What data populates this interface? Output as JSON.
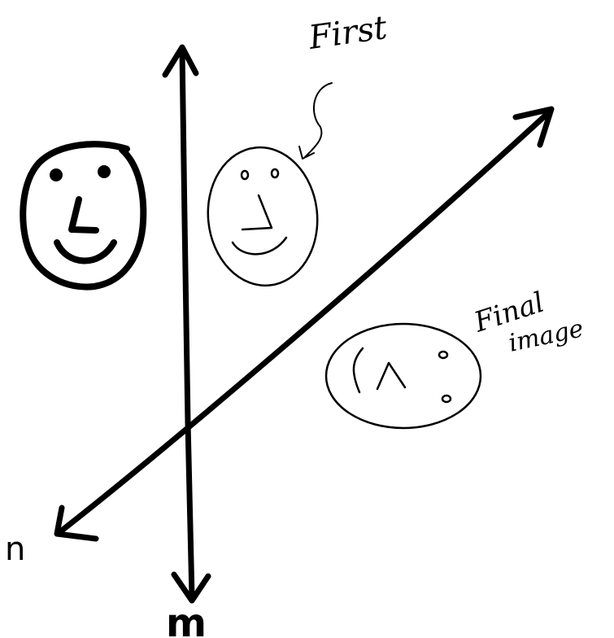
{
  "diagram": {
    "line_m_label": "m",
    "line_n_label": "n",
    "first_label": "First",
    "final_label_line1": "Final",
    "final_label_line2": "image"
  },
  "colors": {
    "ink": "#000000",
    "background": "#ffffff"
  },
  "icons": {
    "original_face": "smiley-face-icon",
    "first_image_face": "smiley-face-icon",
    "final_image_face": "rotated-face-icon"
  }
}
